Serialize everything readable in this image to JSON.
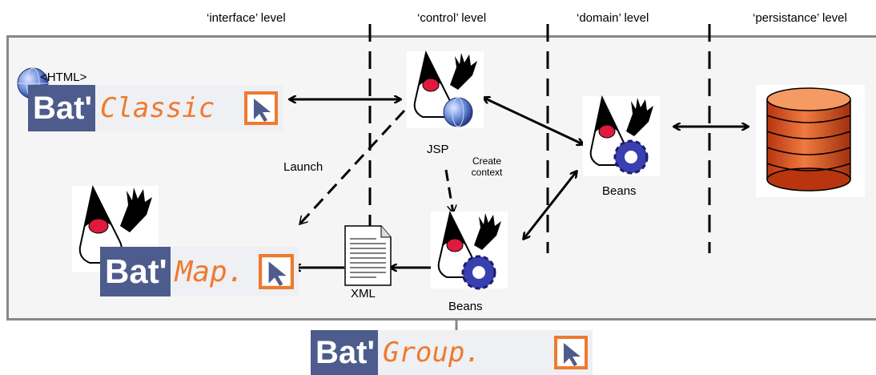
{
  "levels": {
    "interface": "‘interface’ level",
    "control": "‘control’ level",
    "domain": "‘domain’ level",
    "persistence": "‘persistance’ level"
  },
  "html_tag": "<HTML>",
  "logos": {
    "classic": {
      "bat": "Bat'",
      "product": "Classic"
    },
    "map": {
      "bat": "Bat'",
      "product": "Map."
    },
    "group": {
      "bat": "Bat'",
      "product": "Group."
    }
  },
  "labels": {
    "jsp": "JSP",
    "create_context": "Create context",
    "launch": "Launch",
    "beans_control": "Beans",
    "beans_domain": "Beans",
    "xml": "XML"
  },
  "colors": {
    "logo_blue": "#4d5c8c",
    "logo_orange": "#ef7a2e",
    "database": "#ea5a25",
    "gear": "#3a3fb0"
  },
  "icons": [
    "duke-icon",
    "gear-icon",
    "globe-icon",
    "database-icon",
    "document-icon",
    "cursor-logo-icon"
  ]
}
